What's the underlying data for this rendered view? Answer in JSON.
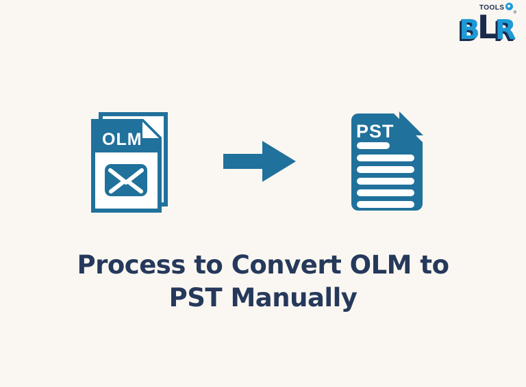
{
  "colors": {
    "background": "#FAF7F2",
    "accent": "#20719B",
    "title": "#26395B",
    "logo_blue": "#1E9AD6",
    "logo_navy": "#1A2B4C"
  },
  "logo": {
    "tagline": "TOOLS",
    "registered": "®",
    "letters": [
      "B",
      "L",
      "R"
    ]
  },
  "graphic": {
    "source_label": "OLM",
    "target_label": "PST"
  },
  "title": {
    "line1": "Process to Convert OLM to",
    "line2": "PST Manually"
  }
}
